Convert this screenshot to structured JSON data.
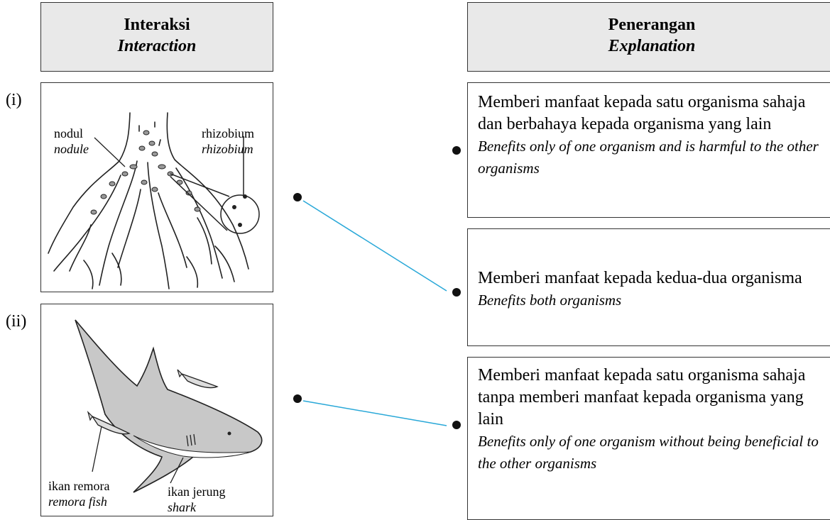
{
  "headers": {
    "left": {
      "ms": "Interaksi",
      "en": "Interaction"
    },
    "right": {
      "ms": "Penerangan",
      "en": "Explanation"
    }
  },
  "items": [
    {
      "label": "(i)",
      "captions": [
        {
          "ms": "nodul",
          "en": "nodule"
        },
        {
          "ms": "rhizobium",
          "en": "rhizobium"
        }
      ]
    },
    {
      "label": "(ii)",
      "captions": [
        {
          "ms": "ikan remora",
          "en": "remora fish"
        },
        {
          "ms": "ikan jerung",
          "en": "shark"
        }
      ]
    }
  ],
  "explanations": [
    {
      "ms": "Memberi manfaat kepada satu organisma sahaja dan berbahaya kepada organisma yang lain",
      "en": "Benefits only of one organism and is harmful to the other organisms"
    },
    {
      "ms": "Memberi manfaat kepada kedua-dua organisma",
      "en": "Benefits both organisms"
    },
    {
      "ms": "Memberi manfaat kepada satu organisma sahaja tanpa memberi manfaat kepada organisma yang lain",
      "en": "Benefits only of one organism without being beneficial to the other organisms"
    }
  ],
  "connections": [
    {
      "from": "(i)",
      "to": "Memberi manfaat kepada kedua-dua organisma"
    },
    {
      "from": "(ii)",
      "to": "Memberi manfaat kepada satu organisma sahaja tanpa memberi manfaat kepada organisma yang lain"
    }
  ],
  "colors": {
    "connector": "#29a8d8",
    "header_bg": "#e9e9e9",
    "fish_fill": "#c8c8c8"
  }
}
